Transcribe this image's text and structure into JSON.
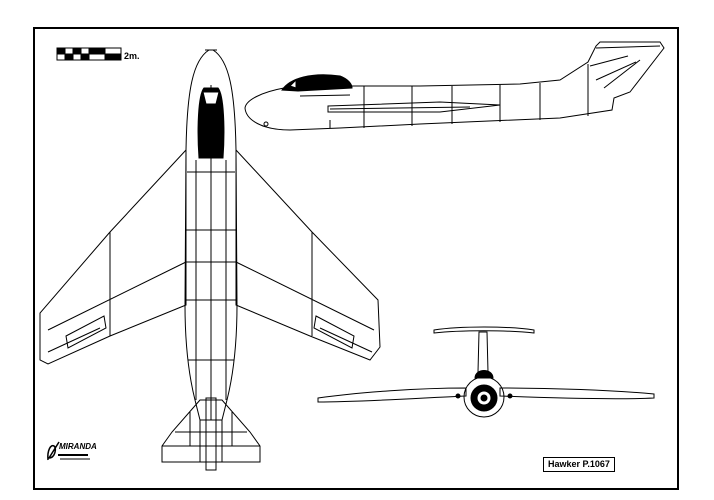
{
  "sheet": {
    "scale_label": "2m.",
    "title": "Hawker P.1067",
    "signature": "MIRANDA"
  },
  "colors": {
    "ink": "#000000",
    "paper": "#ffffff"
  }
}
